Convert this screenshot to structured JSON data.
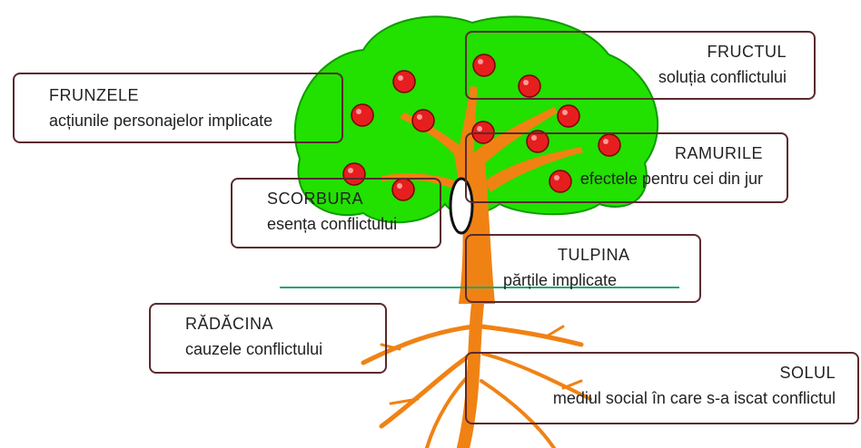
{
  "colors": {
    "foliage": "#22e000",
    "foliage_edge": "#0f9a00",
    "trunk": "#f08214",
    "apple": "#e61e1e",
    "box_border": "#5a2a2e",
    "ground_line": "#1aa56a"
  },
  "labels": {
    "frunzele": {
      "title": "FRUNZELE",
      "desc": "acțiunile personajelor implicate"
    },
    "fructul": {
      "title": "FRUCTUL",
      "desc": "soluția conflictului"
    },
    "ramurile": {
      "title": "RAMURILE",
      "desc": "efectele pentru cei din jur"
    },
    "scorbura": {
      "title": "SCORBURA",
      "desc": "esența conflictului"
    },
    "tulpina": {
      "title": "TULPINA",
      "desc": "părțile implicate"
    },
    "radacina": {
      "title": "RĂDĂCINA",
      "desc": "cauzele conflictului"
    },
    "solul": {
      "title": "SOLUL",
      "desc": "mediul social în care s-a iscat conflictul"
    }
  }
}
